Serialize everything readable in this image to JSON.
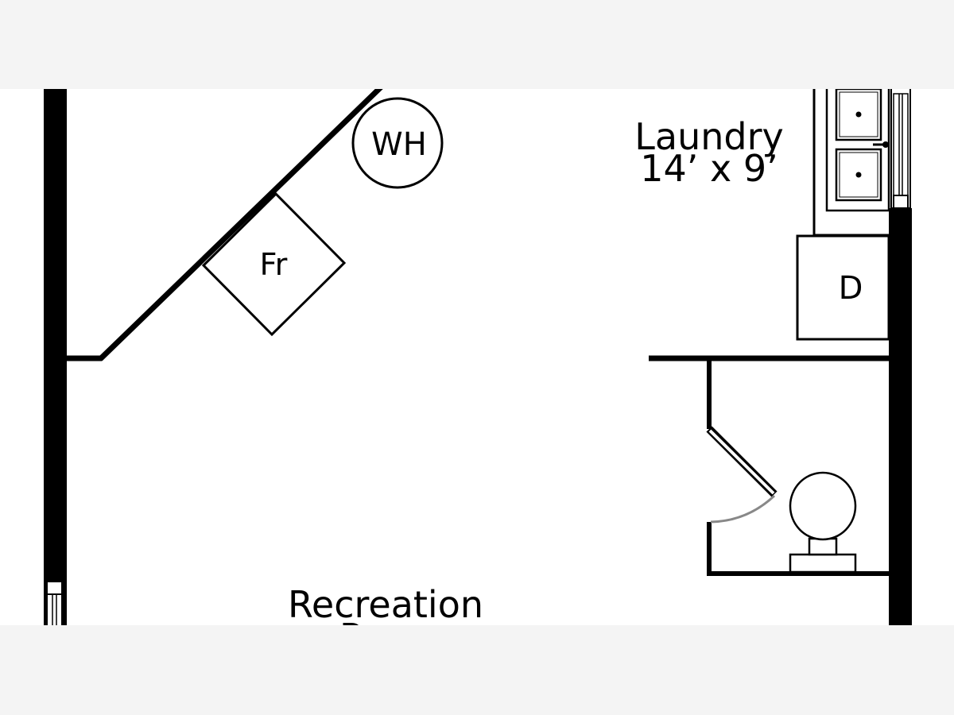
{
  "colors": {
    "background": "#f4f4f4",
    "paper": "#ffffff",
    "ink": "#000000",
    "door_swing": "#888888"
  },
  "labels": {
    "water_heater": "WH",
    "freezer": "Fr",
    "dryer": "D",
    "laundry_name": "Laundry",
    "laundry_size": "14’ x 9’",
    "recreation_name": "Recreation"
  },
  "icons": {
    "water_heater": "circle",
    "freezer": "diamond",
    "dryer": "rectangle",
    "washer_tub": "double-rectangle",
    "toilet": "toilet"
  }
}
